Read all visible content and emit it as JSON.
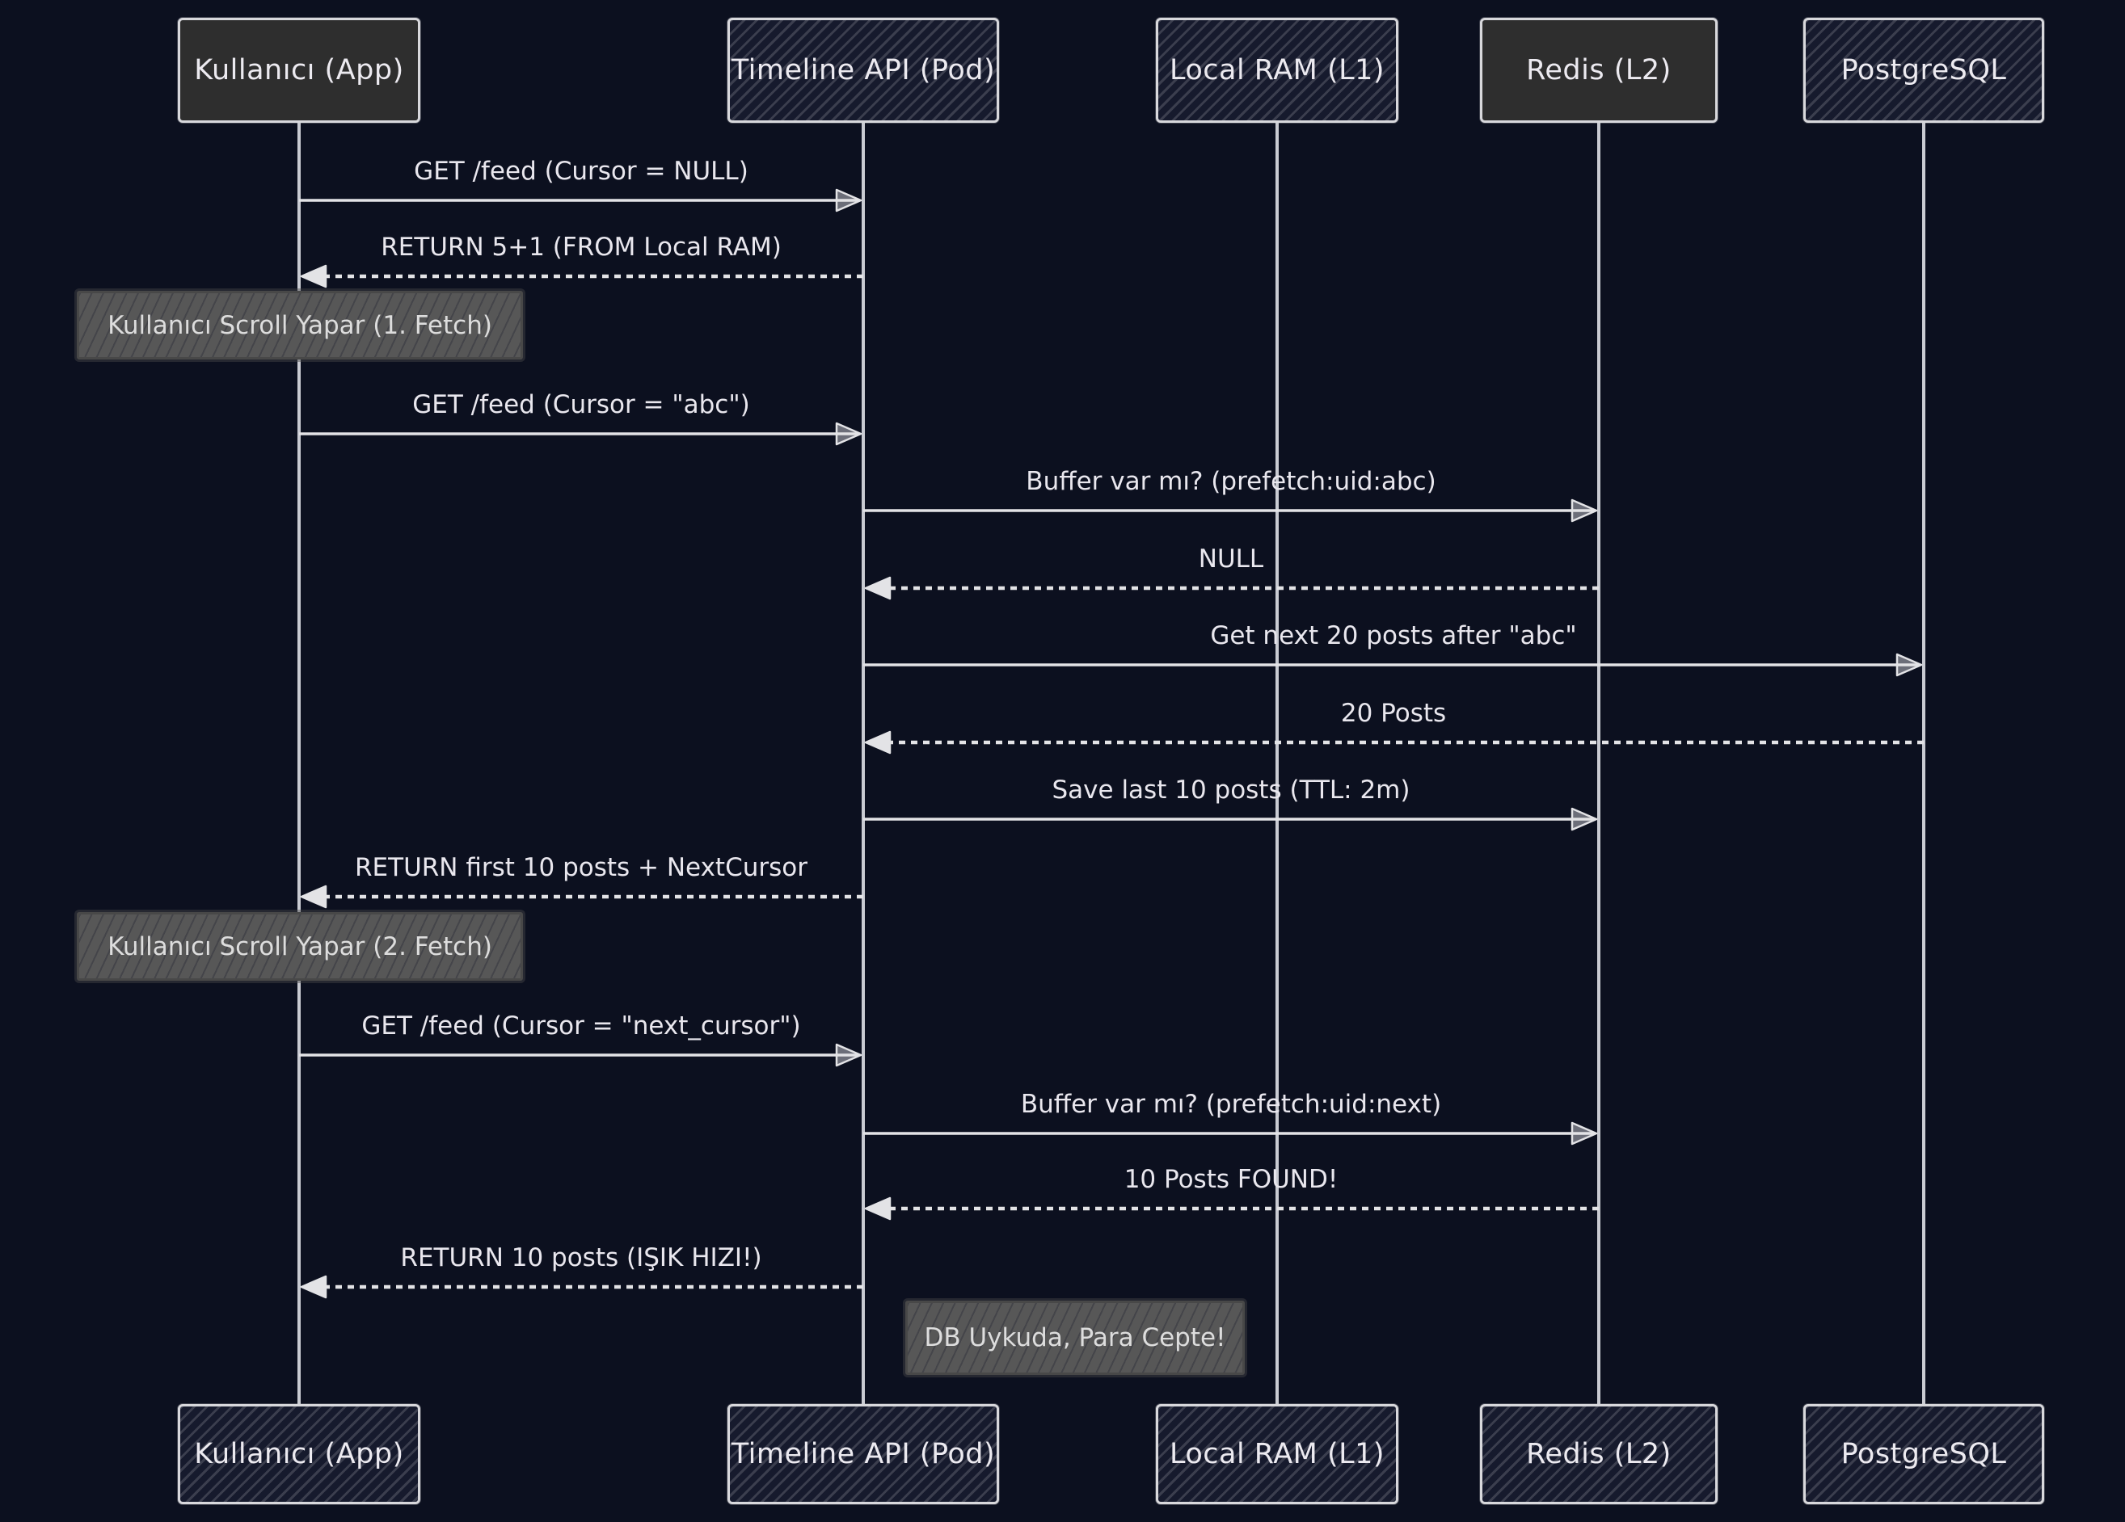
{
  "diagram": {
    "type": "sequence-diagram",
    "actors": [
      {
        "id": "user",
        "name": "Kullanıcı (App)"
      },
      {
        "id": "api",
        "name": "Timeline API (Pod)"
      },
      {
        "id": "ram",
        "name": "Local RAM (L1)"
      },
      {
        "id": "redis",
        "name": "Redis (L2)"
      },
      {
        "id": "pg",
        "name": "PostgreSQL"
      }
    ],
    "sequence": [
      {
        "type": "message",
        "from": "user",
        "to": "api",
        "line": "solid",
        "label": "GET /feed (Cursor = NULL)"
      },
      {
        "type": "message",
        "from": "api",
        "to": "user",
        "line": "dashed",
        "label": "RETURN 5+1 (FROM Local RAM)"
      },
      {
        "type": "note",
        "text": "Kullanıcı Scroll Yapar (1. Fetch)"
      },
      {
        "type": "message",
        "from": "user",
        "to": "api",
        "line": "solid",
        "label": "GET /feed (Cursor = \"abc\")"
      },
      {
        "type": "message",
        "from": "api",
        "to": "redis",
        "line": "solid",
        "label": "Buffer var mı? (prefetch:uid:abc)"
      },
      {
        "type": "message",
        "from": "redis",
        "to": "api",
        "line": "dashed",
        "label": "NULL"
      },
      {
        "type": "message",
        "from": "api",
        "to": "pg",
        "line": "solid",
        "label": "Get next 20 posts after \"abc\""
      },
      {
        "type": "message",
        "from": "pg",
        "to": "api",
        "line": "dashed",
        "label": "20 Posts"
      },
      {
        "type": "message",
        "from": "api",
        "to": "redis",
        "line": "solid",
        "label": "Save last 10 posts (TTL: 2m)"
      },
      {
        "type": "message",
        "from": "api",
        "to": "user",
        "line": "dashed",
        "label": "RETURN first 10 posts + NextCursor"
      },
      {
        "type": "note",
        "text": "Kullanıcı Scroll Yapar (2. Fetch)"
      },
      {
        "type": "message",
        "from": "user",
        "to": "api",
        "line": "solid",
        "label": "GET /feed (Cursor = \"next_cursor\")"
      },
      {
        "type": "message",
        "from": "api",
        "to": "redis",
        "line": "solid",
        "label": "Buffer var mı? (prefetch:uid:next)"
      },
      {
        "type": "message",
        "from": "redis",
        "to": "api",
        "line": "dashed",
        "label": "10 Posts FOUND!"
      },
      {
        "type": "message",
        "from": "api",
        "to": "user",
        "line": "dashed",
        "label": "RETURN 10 posts (IŞIK HIZI!)"
      },
      {
        "type": "note",
        "text": "DB Uykuda, Para Cepte!"
      }
    ],
    "colors": {
      "background": "#0c101f",
      "box_border": "#d8d8dc",
      "box_fill_solid": "#2e2e2e",
      "box_fill_hatch_base": "#161a2d",
      "hatch_line": "#91919b",
      "note_fill": "#575757",
      "note_border": "#484848",
      "text": "#e9e7ee",
      "arrow": "#e3e3e6",
      "lifeline": "#c9cbd2"
    }
  }
}
